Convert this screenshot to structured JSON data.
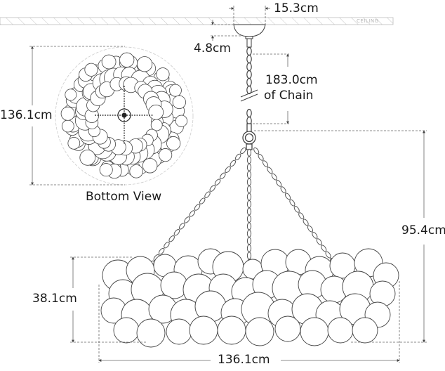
{
  "diagram": {
    "subject": "Chandelier with bubble globes, dimension drawing",
    "ceiling_label": "CEILING",
    "dimensions": {
      "canopy_width": "15.3cm",
      "canopy_height": "4.8cm",
      "chain_length": "183.0cm",
      "chain_length_note": "of Chain",
      "fixture_height": "95.4cm",
      "body_height": "38.1cm",
      "body_width": "136.1cm",
      "bottom_view_diameter": "136.1cm"
    },
    "views": {
      "bottom_view_label": "Bottom View"
    },
    "colors": {
      "line": "#3a3a3a",
      "dim_line": "#555555",
      "dashed": "#777777",
      "ceiling_hatch": "#b0b0b0"
    }
  }
}
